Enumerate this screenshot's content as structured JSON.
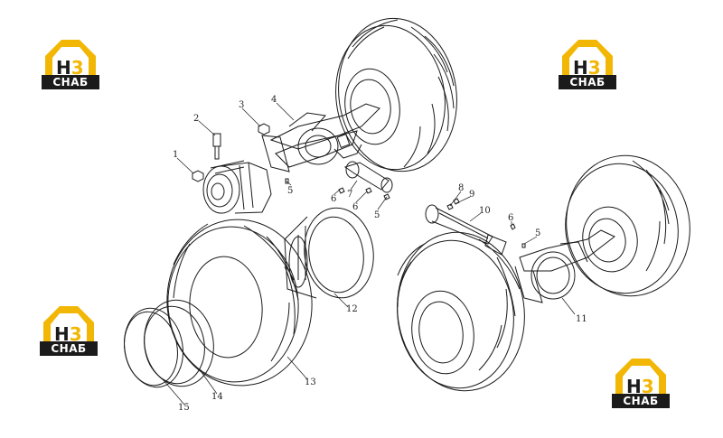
{
  "logo": {
    "letters": "H3",
    "band_text": "СНАБ",
    "colors": {
      "roof": "#f2b705",
      "band": "#1b1b1b",
      "h_fill": "#ffffff",
      "three": "#f2b705"
    }
  },
  "callouts": [
    "1",
    "2",
    "3",
    "4",
    "5",
    "5",
    "5",
    "6",
    "6",
    "6",
    "7",
    "8",
    "9",
    "10",
    "11",
    "12",
    "13",
    "14",
    "15"
  ],
  "colors": {
    "line": "#1a1a1a",
    "background": "#ffffff"
  }
}
